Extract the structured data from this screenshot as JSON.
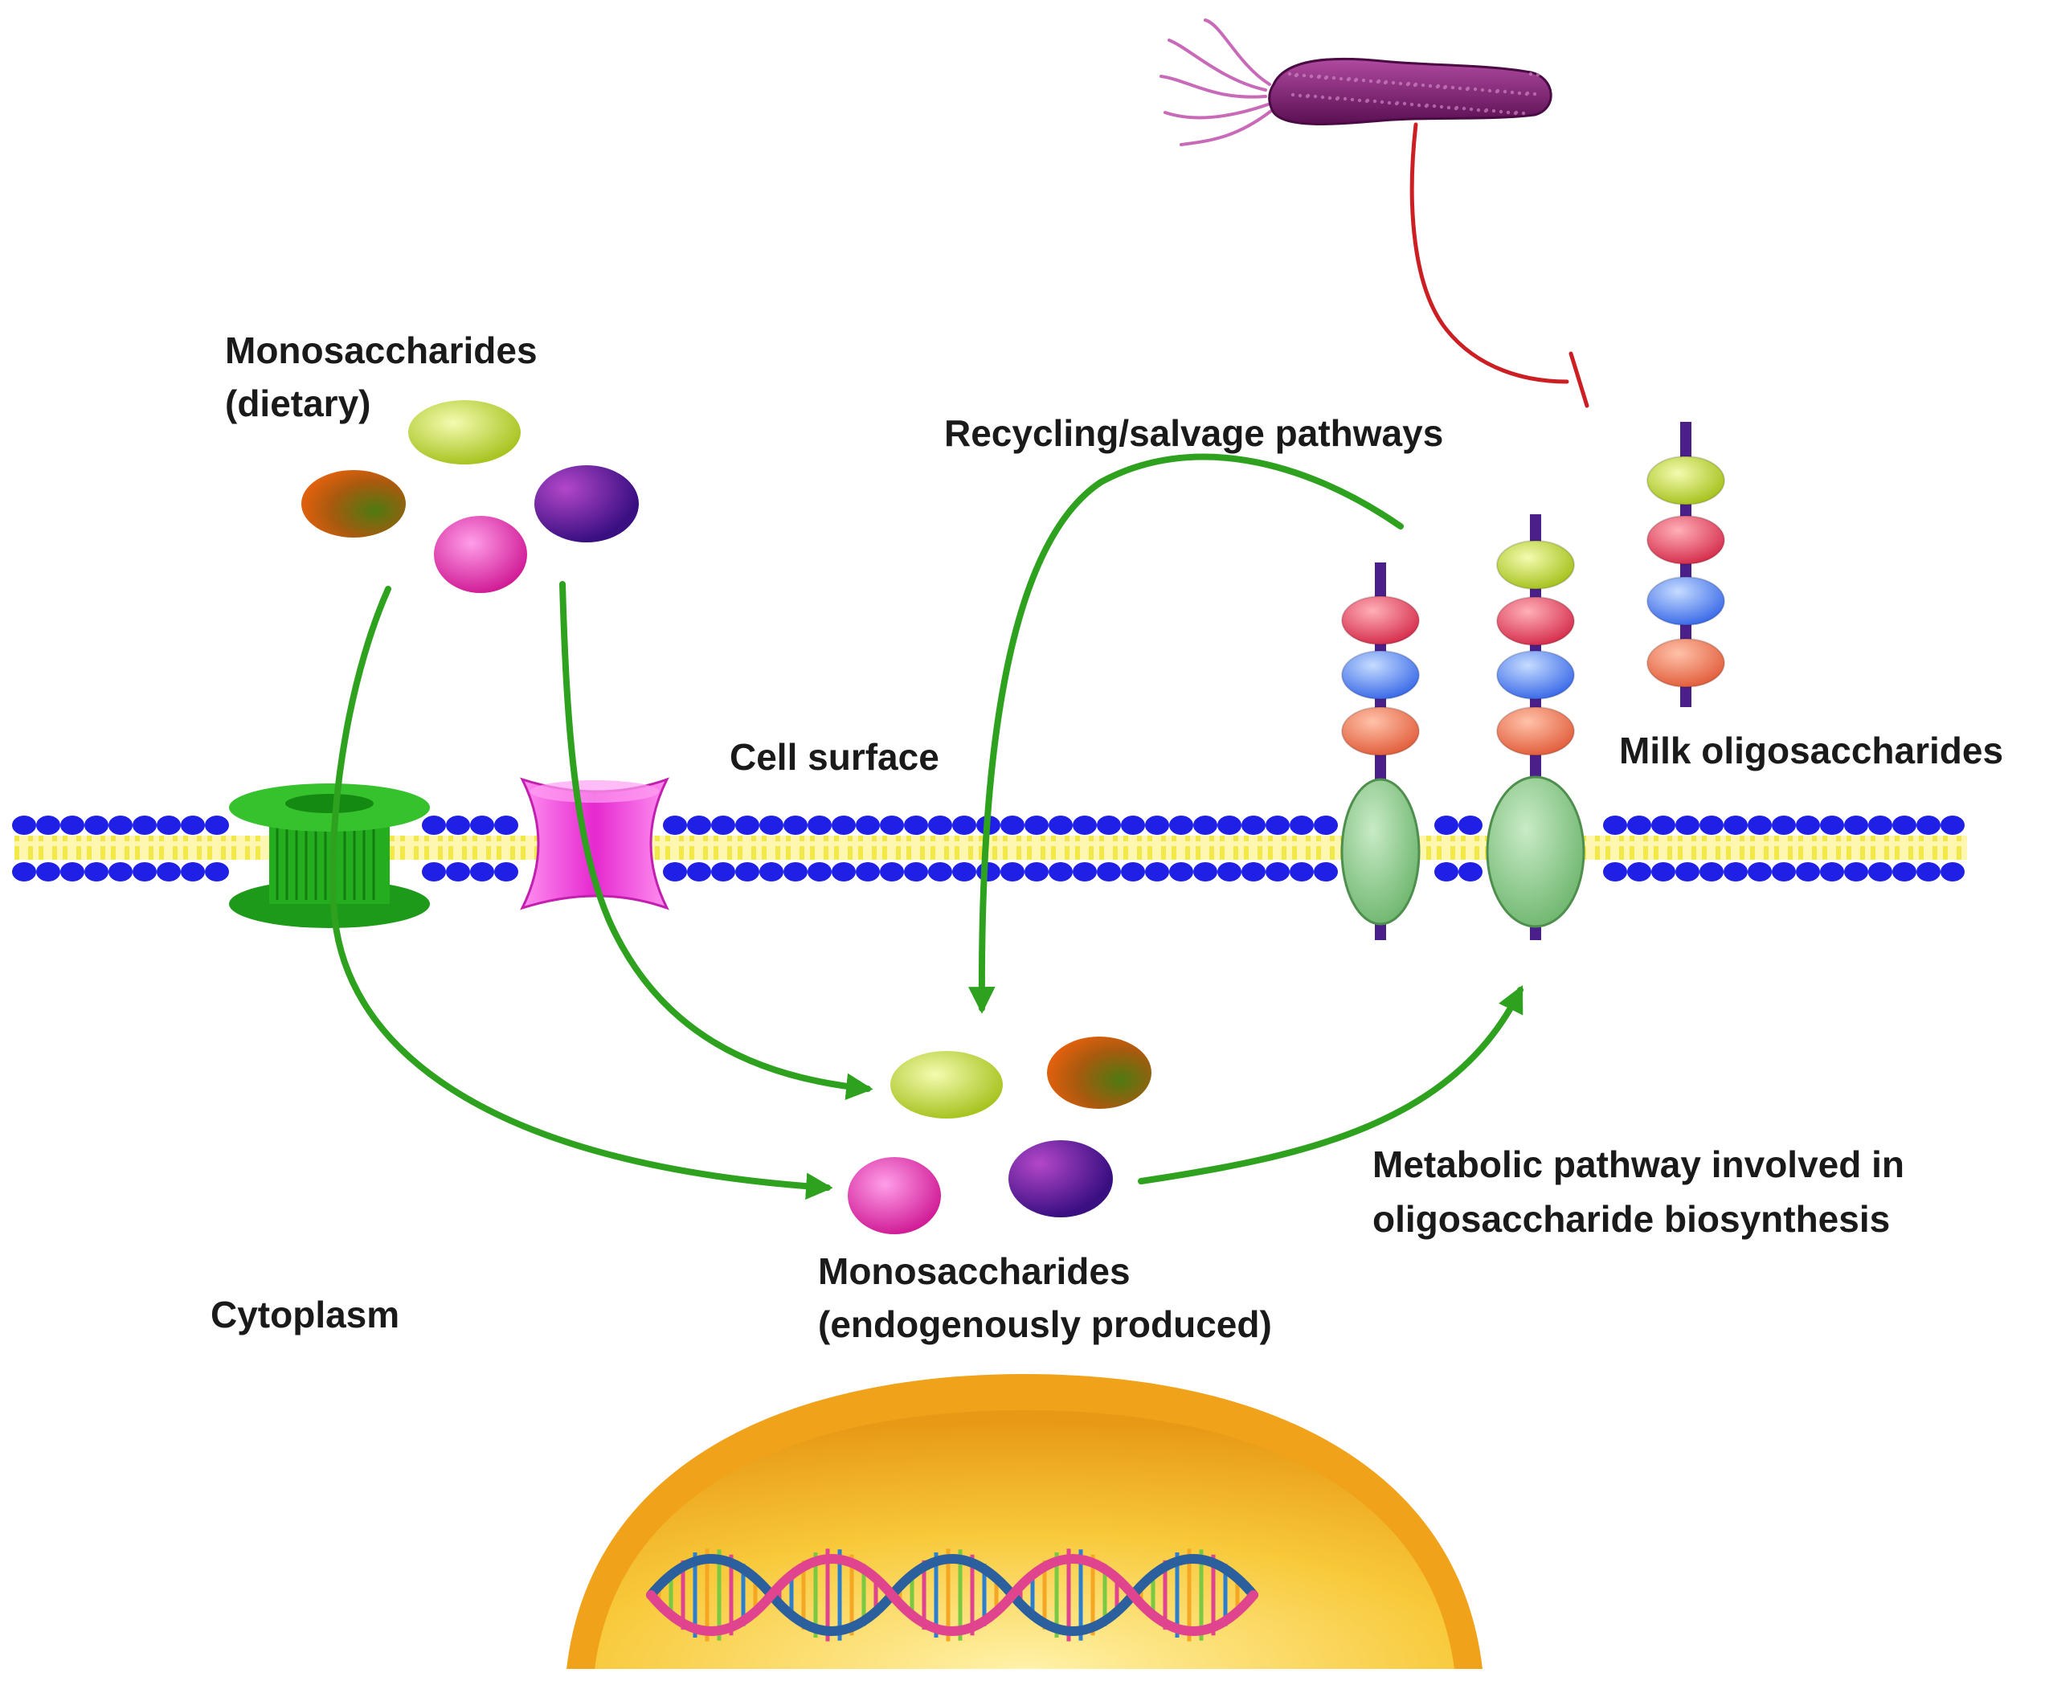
{
  "labels": {
    "mono_dietary_line1": "Monosaccharides",
    "mono_dietary_line2": "(dietary)",
    "recycling": "Recycling/salvage pathways",
    "cell_surface": "Cell surface",
    "milk_oligo": "Milk oligosaccharides",
    "cytoplasm": "Cytoplasm",
    "mono_endo_line1": "Monosaccharides",
    "mono_endo_line2": "(endogenously produced)",
    "metabolic_line1": "Metabolic pathway involved in",
    "metabolic_line2": "oligosaccharide biosynthesis"
  },
  "colors": {
    "arrow_green": "#2ea21f",
    "inhibit_red": "#cc1f24",
    "membrane_head": "#1f1fe6",
    "membrane_tail": "#f2e84a",
    "channel_green": "#22a81f",
    "transporter_pink": "#ee3fd8",
    "receptor_green": "#8fcf8f",
    "nucleus_orange": "#f0a21a",
    "bacterium_purple": "#7c1f6e",
    "sugar_yellow": "#c8e03a",
    "sugar_brown": "#9a5a0e",
    "sugar_purple": "#6a1fa8",
    "sugar_pink": "#e73fb0",
    "sugar_red": "#e8506a",
    "sugar_blue": "#4f7ff0",
    "sugar_salmon": "#ee7a5e",
    "stalk_purple": "#4a1f8a"
  }
}
